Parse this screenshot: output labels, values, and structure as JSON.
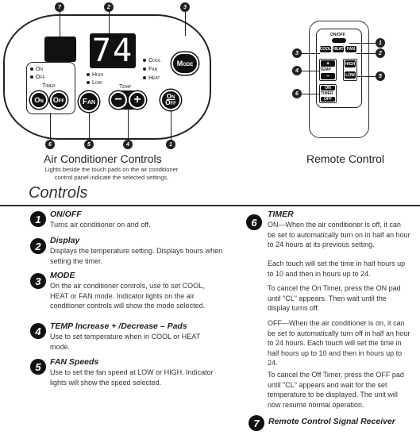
{
  "panel": {
    "display_value": "74",
    "left_lights": [
      "On",
      "Off"
    ],
    "timer_label": "Timer",
    "timer_on": "On",
    "timer_off": "Off",
    "fan_lights": [
      "High",
      "Low"
    ],
    "fan_button": "Fan",
    "temp_label": "Temp",
    "mode_lights": [
      "Cool",
      "Fan",
      "Heat"
    ],
    "mode_button": "Mode",
    "onoff_on": "On",
    "onoff_off": "Off",
    "callouts": [
      "7",
      "2",
      "3",
      "6",
      "5",
      "4",
      "1"
    ],
    "caption": "Air Conditioner Controls",
    "subcaption_1": "Lights beside the touch pads on the air conditioner",
    "subcaption_2": "control panel indicate the selected settings."
  },
  "remote": {
    "caption": "Remote Control",
    "onoff": "ON/OFF",
    "cool": "COOL",
    "heat": "HEAT",
    "fan": "FAN",
    "temp": "TEMP",
    "high": "HIGH",
    "low": "LOW",
    "on": "ON",
    "timer": "TIMER",
    "off": "OFF",
    "callouts": [
      "1",
      "3",
      "2",
      "4",
      "5",
      "6"
    ]
  },
  "controls": {
    "heading": "Controls",
    "items": [
      {
        "num": "1",
        "title": "ON/OFF",
        "body": "Turns air conditioner on and off."
      },
      {
        "num": "2",
        "title": "Display",
        "body": "Displays the temperature setting. Displays hours when setting the timer."
      },
      {
        "num": "3",
        "title": "MODE",
        "body": "On the air conditioner controls, use to set COOL, HEAT or FAN mode. Indicator lights on the air conditioner controls will show the mode selected."
      },
      {
        "num": "4",
        "title": "TEMP Increase + /Decrease – Pads",
        "body": "Use to set temperature when in COOL or HEAT mode."
      },
      {
        "num": "5",
        "title": "FAN Speeds",
        "body": "Use to set the fan speed at LOW or HIGH. Indicator lights will show the speed selected."
      },
      {
        "num": "6",
        "title": "TIMER",
        "p1": "ON—When the air conditioner is off, it can be set to automatically turn on in half an hour to 24 hours at its previous setting.",
        "p2": "Each touch will set the time in half hours up to 10 and then in hours up to 24.",
        "p3": "To cancel the On Timer, press the ON pad until \"CL\" appears. Then wait until the display turns off.",
        "p4": "OFF—When the air conditioner is on, it can be set to automatically turn off in half an hour to 24 hours. Each touch will set the time in half hours up to 10 and then in hours up to 24.",
        "p5": "To cancel the Off Timer, press the OFF pad until \"CL\" appears and wait for the set temperature to be displayed. The unit will now resume normal operation."
      },
      {
        "num": "7",
        "title": "Remote Control Signal Receiver"
      }
    ]
  }
}
